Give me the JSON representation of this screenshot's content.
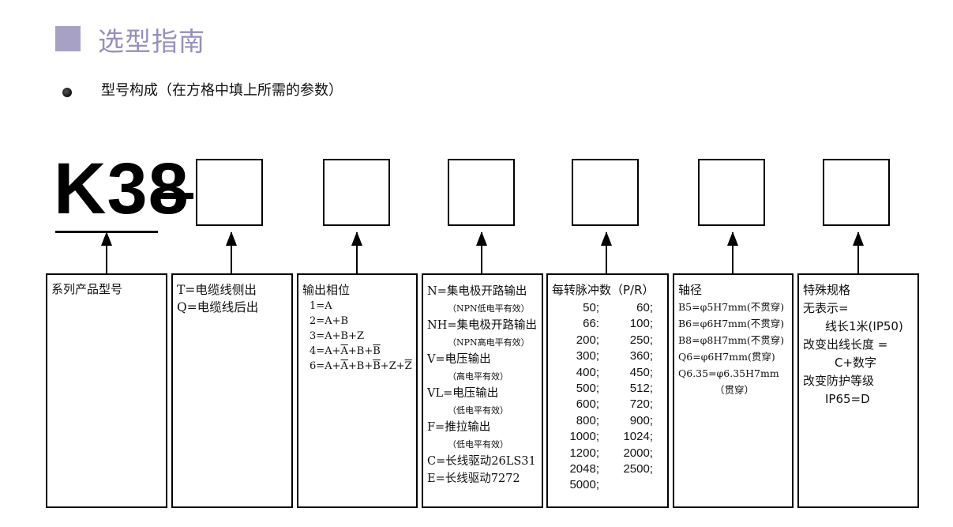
{
  "header": {
    "title": "选型指南"
  },
  "subtitle": "型号构成（在方格中填上所需的参数）",
  "model": {
    "prefix": "K38"
  },
  "panels": {
    "series": {
      "title": "系列产品型号"
    },
    "output_style": {
      "lines": [
        "T=电缆线侧出",
        "Q=电缆线后出"
      ]
    },
    "phase": {
      "title": "输出相位",
      "items": [
        {
          "code": "1",
          "parts": [
            {
              "t": "A",
              "ov": false
            }
          ]
        },
        {
          "code": "2",
          "parts": [
            {
              "t": "A",
              "ov": false
            },
            {
              "t": "+",
              "ov": false
            },
            {
              "t": "B",
              "ov": false
            }
          ]
        },
        {
          "code": "3",
          "parts": [
            {
              "t": "A",
              "ov": false
            },
            {
              "t": "+",
              "ov": false
            },
            {
              "t": "B",
              "ov": false
            },
            {
              "t": "+",
              "ov": false
            },
            {
              "t": "Z",
              "ov": false
            }
          ]
        },
        {
          "code": "4",
          "parts": [
            {
              "t": "A",
              "ov": false
            },
            {
              "t": "+",
              "ov": false
            },
            {
              "t": "A",
              "ov": true
            },
            {
              "t": "+",
              "ov": false
            },
            {
              "t": "B",
              "ov": false
            },
            {
              "t": "+",
              "ov": false
            },
            {
              "t": "B",
              "ov": true
            }
          ]
        },
        {
          "code": "6",
          "parts": [
            {
              "t": "A",
              "ov": false
            },
            {
              "t": "+",
              "ov": false
            },
            {
              "t": "A",
              "ov": true
            },
            {
              "t": "+",
              "ov": false
            },
            {
              "t": "B",
              "ov": false
            },
            {
              "t": "+",
              "ov": false
            },
            {
              "t": "B",
              "ov": true
            },
            {
              "t": "+",
              "ov": false
            },
            {
              "t": "Z",
              "ov": false
            },
            {
              "t": "+",
              "ov": false
            },
            {
              "t": "Z",
              "ov": true
            }
          ]
        }
      ]
    },
    "output_type": {
      "items": [
        {
          "main": "N=集电极开路输出",
          "note": "（NPN低电平有效）"
        },
        {
          "main": "NH=集电极开路输出",
          "note": "（NPN高电平有效）"
        },
        {
          "main": "V=电压输出",
          "note": "（高电平有效）"
        },
        {
          "main": "VL=电压输出",
          "note": "（低电平有效）"
        },
        {
          "main": "F=推拉输出",
          "note": "（低电平有效）"
        },
        {
          "main": "C=长线驱动26LS31",
          "note": ""
        },
        {
          "main": "E=长线驱动7272",
          "note": ""
        }
      ]
    },
    "ppr": {
      "title": "每转脉冲数（P/R）",
      "values": [
        "50;",
        "60;",
        "66:",
        "100;",
        "200;",
        "250;",
        "300;",
        "360;",
        "400;",
        "450;",
        "500;",
        "512;",
        "600;",
        "720;",
        "800;",
        "900;",
        "1000;",
        "1024;",
        "1200;",
        "2000;",
        "2048;",
        "2500;",
        "5000;"
      ]
    },
    "shaft": {
      "title": "轴径",
      "items": [
        "B5=φ5H7mm(不贯穿)",
        "B6=φ6H7mm(不贯穿)",
        "B8=φ8H7mm(不贯穿)",
        "Q6=φ6H7mm(贯穿)",
        "Q6.35=φ6.35H7mm",
        "（贯穿）"
      ]
    },
    "special": {
      "title": "特殊规格",
      "l1": "无表示=",
      "l2": "线长1米(IP50)",
      "l3": "改变出线长度 =",
      "l4": "C+数字",
      "l5": "改变防护等级",
      "l6": "IP65=D"
    }
  }
}
